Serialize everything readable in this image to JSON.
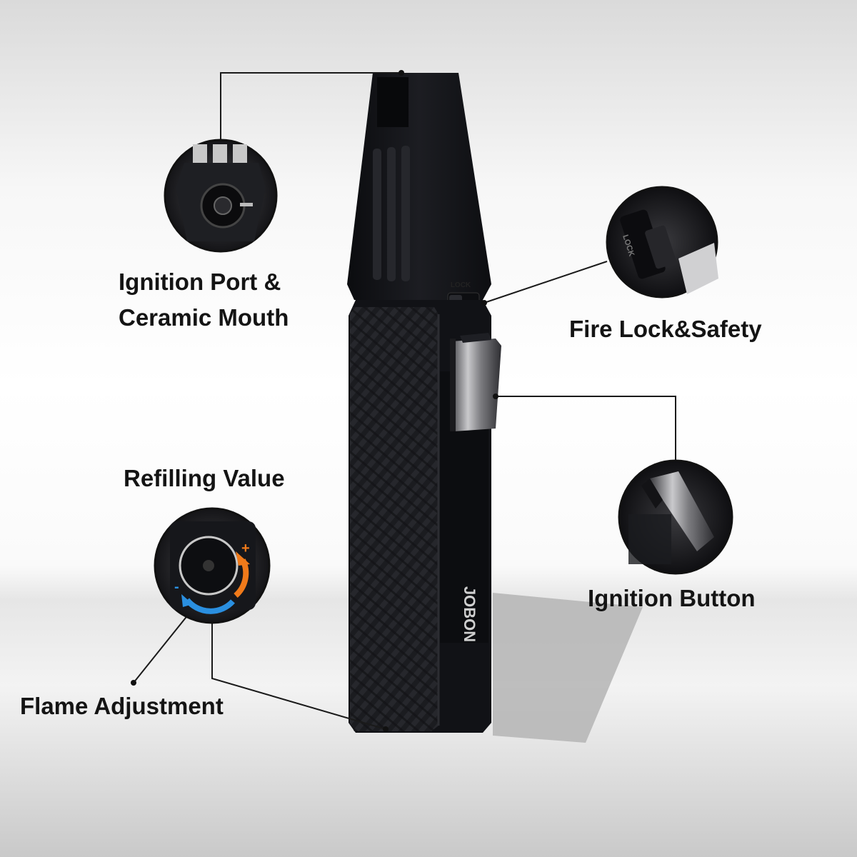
{
  "labels": {
    "ignition_port_line1": "Ignition Port &",
    "ignition_port_line2": "Ceramic Mouth",
    "fire_lock": "Fire Lock&Safety",
    "refilling": "Refilling Value",
    "ignition_button": "Ignition Button",
    "flame_adjustment": "Flame Adjustment"
  },
  "product": {
    "brand": "JOBON",
    "lock_text": "LOCK",
    "adjust_plus": "+",
    "adjust_minus": "-"
  },
  "colors": {
    "body": "#121317",
    "carbon": "#1d1e22",
    "button_metal": "#8a8a8e",
    "arrow_orange": "#f07a1a",
    "arrow_blue": "#2a8fe0",
    "label_text": "#141414"
  }
}
